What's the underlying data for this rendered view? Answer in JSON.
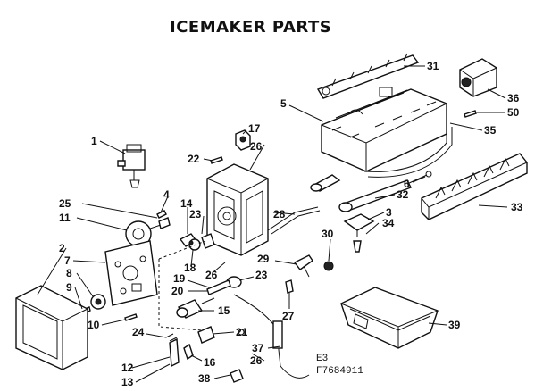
{
  "title": "ICEMAKER PARTS",
  "model_code": "F7684911",
  "section_code": "E3",
  "callouts": [
    {
      "id": "c1",
      "label": "1"
    },
    {
      "id": "c2",
      "label": "2"
    },
    {
      "id": "c3",
      "label": "3"
    },
    {
      "id": "c4",
      "label": "4"
    },
    {
      "id": "c5",
      "label": "5"
    },
    {
      "id": "c6",
      "label": "6"
    },
    {
      "id": "c7",
      "label": "7"
    },
    {
      "id": "c8",
      "label": "8"
    },
    {
      "id": "c9",
      "label": "9"
    },
    {
      "id": "c10",
      "label": "10"
    },
    {
      "id": "c11",
      "label": "11"
    },
    {
      "id": "c12",
      "label": "12"
    },
    {
      "id": "c13",
      "label": "13"
    },
    {
      "id": "c14",
      "label": "14"
    },
    {
      "id": "c15",
      "label": "15"
    },
    {
      "id": "c16",
      "label": "16"
    },
    {
      "id": "c17",
      "label": "17"
    },
    {
      "id": "c18",
      "label": "18"
    },
    {
      "id": "c19",
      "label": "19"
    },
    {
      "id": "c20",
      "label": "20"
    },
    {
      "id": "c21",
      "label": "21"
    },
    {
      "id": "c22",
      "label": "22"
    },
    {
      "id": "c23a",
      "label": "23"
    },
    {
      "id": "c23b",
      "label": "23"
    },
    {
      "id": "c24",
      "label": "24"
    },
    {
      "id": "c25",
      "label": "25"
    },
    {
      "id": "c26a",
      "label": "26"
    },
    {
      "id": "c26b",
      "label": "26"
    },
    {
      "id": "c26c",
      "label": "26"
    },
    {
      "id": "c27",
      "label": "27"
    },
    {
      "id": "c28",
      "label": "28"
    },
    {
      "id": "c29",
      "label": "29"
    },
    {
      "id": "c30",
      "label": "30"
    },
    {
      "id": "c31",
      "label": "31"
    },
    {
      "id": "c32",
      "label": "32"
    },
    {
      "id": "c33",
      "label": "33"
    },
    {
      "id": "c34",
      "label": "34"
    },
    {
      "id": "c35",
      "label": "35"
    },
    {
      "id": "c36",
      "label": "36"
    },
    {
      "id": "c37",
      "label": "37"
    },
    {
      "id": "c38",
      "label": "38"
    },
    {
      "id": "c39",
      "label": "39"
    },
    {
      "id": "c50",
      "label": "50"
    }
  ]
}
